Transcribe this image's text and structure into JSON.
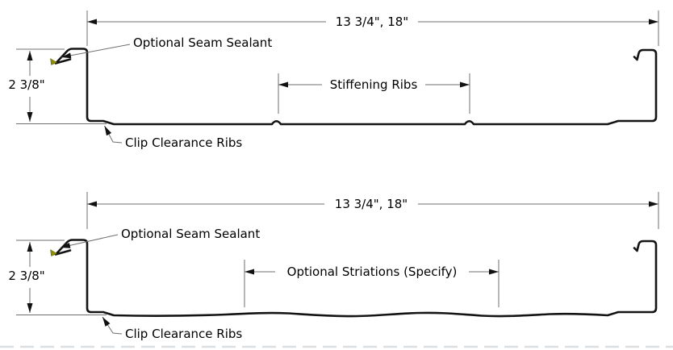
{
  "colors": {
    "background": "#ffffff",
    "profile_line": "#141414",
    "dimension_line": "#6f6f6f",
    "arrowhead": "#111111",
    "label_text": "#000000",
    "sealant": "#8e8e04",
    "bottom_dashed_line": "#dcdfe1"
  },
  "panel_top": {
    "width_dimension": "13 3/4\", 18\"",
    "height_dimension": "2 3/8\"",
    "seam_sealant_label": "Optional Seam Sealant",
    "ribs_label": "Stiffening Ribs",
    "clip_label": "Clip Clearance Ribs"
  },
  "panel_bottom": {
    "width_dimension": "13 3/4\", 18\"",
    "height_dimension": "2 3/8\"",
    "seam_sealant_label": "Optional Seam Sealant",
    "striations_label": "Optional Striations (Specify)",
    "clip_label": "Clip Clearance Ribs"
  }
}
